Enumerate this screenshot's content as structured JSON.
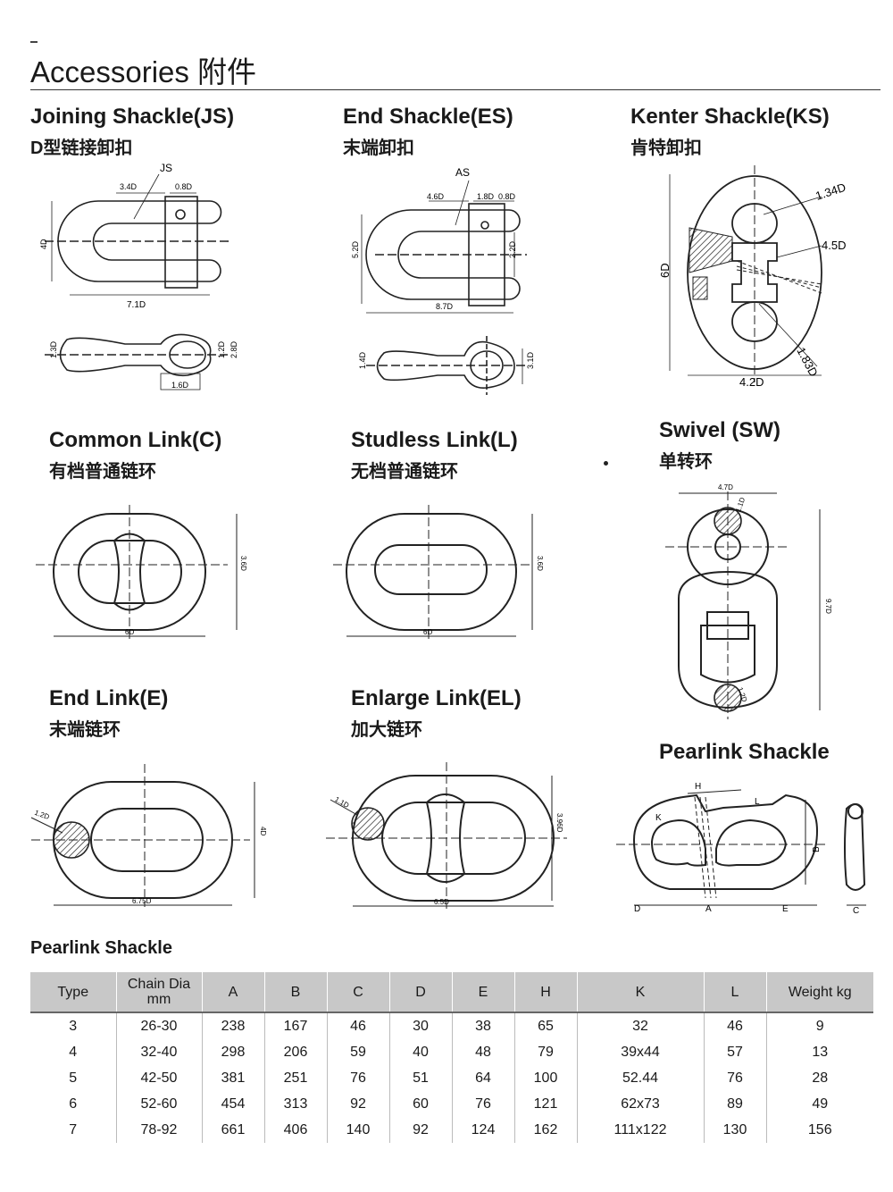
{
  "header": {
    "title": "Accessories 附件"
  },
  "sections": {
    "js": {
      "en": "Joining Shackle(JS)",
      "cn": "D型链接卸扣"
    },
    "es": {
      "en": "End Shackle(ES)",
      "cn": "末端卸扣"
    },
    "ks": {
      "en": "Kenter Shackle(KS)",
      "cn": "肯特卸扣"
    },
    "c": {
      "en": "Common Link(C)",
      "cn": "有档普通链环"
    },
    "l": {
      "en": "Studless Link(L)",
      "cn": "无档普通链环"
    },
    "sw": {
      "en": "Swivel (SW)",
      "cn": "单转环"
    },
    "e": {
      "en": "End Link(E)",
      "cn": "末端链环"
    },
    "el": {
      "en": "Enlarge Link(EL)",
      "cn": "加大链环"
    },
    "ps": {
      "en": "Pearlink Shackle"
    }
  },
  "dims": {
    "js": {
      "tag": "JS",
      "d1": "3.4D",
      "d2": "0.8D",
      "d3": "4D",
      "d4": "7.1D",
      "d5": "1.3D",
      "d6": "1.2D",
      "d7": "2.8D",
      "d8": "1.6D"
    },
    "es": {
      "tag": "AS",
      "d1": "4.6D",
      "d2": "1.8D",
      "d3": "0.8D",
      "d4": "5.2D",
      "d5": "2.2D",
      "d6": "8.7D",
      "d7": "1.4D",
      "d8": "3.1D"
    },
    "ks": {
      "d1": "1.34D",
      "d2": "4.5D",
      "d3": "6D",
      "d4": "1.83D",
      "d5": "4.2D"
    },
    "c": {
      "w": "6D",
      "h": "3.6D"
    },
    "l": {
      "w": "6D",
      "h": "3.6D"
    },
    "sw": {
      "w": "4.7D",
      "h": "9.7D",
      "s1": "1.1D",
      "s2": "1.2D"
    },
    "e": {
      "d": "1.2D",
      "w": "6.75D",
      "h": "4D"
    },
    "el": {
      "d": "1.1D",
      "w": "6.5D",
      "h": "3.96D"
    },
    "ps": {
      "h": "H",
      "k": "K",
      "l": "L",
      "b": "B",
      "d": "D",
      "a": "A",
      "e": "E",
      "c": "C"
    }
  },
  "table": {
    "title": "Pearlink Shackle",
    "headers": [
      "Type",
      "Chain Dia mm",
      "A",
      "B",
      "C",
      "D",
      "E",
      "H",
      "K",
      "L",
      "Weight kg"
    ],
    "rows": [
      [
        "3",
        "26-30",
        "238",
        "167",
        "46",
        "30",
        "38",
        "65",
        "32",
        "46",
        "9"
      ],
      [
        "4",
        "32-40",
        "298",
        "206",
        "59",
        "40",
        "48",
        "79",
        "39x44",
        "57",
        "13"
      ],
      [
        "5",
        "42-50",
        "381",
        "251",
        "76",
        "51",
        "64",
        "100",
        "52.44",
        "76",
        "28"
      ],
      [
        "6",
        "52-60",
        "454",
        "313",
        "92",
        "60",
        "76",
        "121",
        "62x73",
        "89",
        "49"
      ],
      [
        "7",
        "78-92",
        "661",
        "406",
        "140",
        "92",
        "124",
        "162",
        "111x122",
        "130",
        "156"
      ]
    ]
  }
}
